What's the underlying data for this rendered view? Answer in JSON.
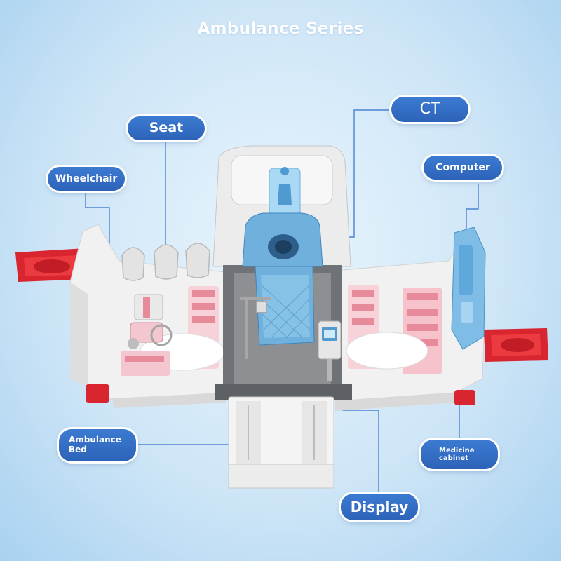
{
  "title": "Ambulance Series",
  "labels": {
    "seat": "Seat",
    "ct": "CT",
    "wheelchair": "Wheelchair",
    "computer": "Computer",
    "ambulance_bed_line1": "Ambulance",
    "ambulance_bed_line2": "Bed",
    "medicine_line1": "Medicine",
    "medicine_line2": "cabinet",
    "display": "Display"
  },
  "colors": {
    "label_bg": "#2f69bf",
    "leader_line": "#4a83cf",
    "body_white": "#f2f2f2",
    "accent_red": "#d8252f",
    "accent_pink": "#e78a9a",
    "ct_blue": "#6fb1dc",
    "tray_gray": "#8d8f93"
  }
}
